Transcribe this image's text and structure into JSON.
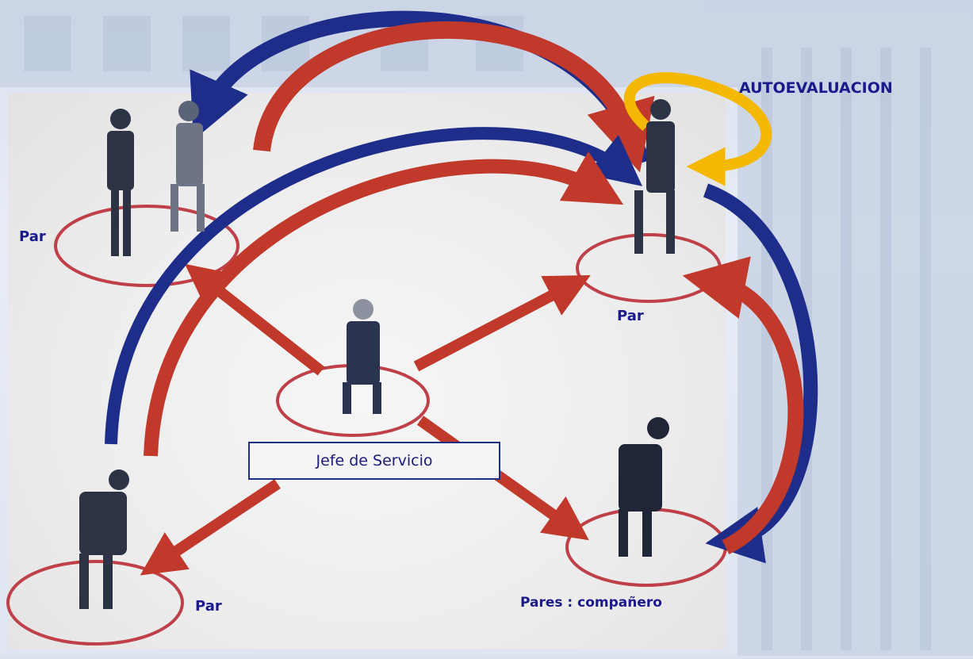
{
  "labels": {
    "autoevaluacion": "AUTOEVALUACION",
    "par_left": "Par",
    "par_right": "Par",
    "par_bottom": "Par",
    "pares_companero": "Pares : compañero",
    "jefe": "Jefe de Servicio"
  },
  "colors": {
    "red_arrow": "#c0392b",
    "blue_arrow": "#1e2d8a",
    "yellow_arrow": "#f5b800",
    "label_text": "#1a1a8c",
    "ring": "#c0404a"
  }
}
